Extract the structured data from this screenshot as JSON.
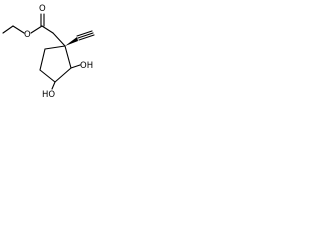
{
  "molecule": {
    "atoms": {
      "carbonyl_oxygen": "O",
      "ester_oxygen": "O",
      "hydroxyl_right": "OH",
      "hydroxyl_bottom": "HO"
    }
  },
  "colors": {
    "ink": "#000000",
    "background": "#ffffff"
  }
}
